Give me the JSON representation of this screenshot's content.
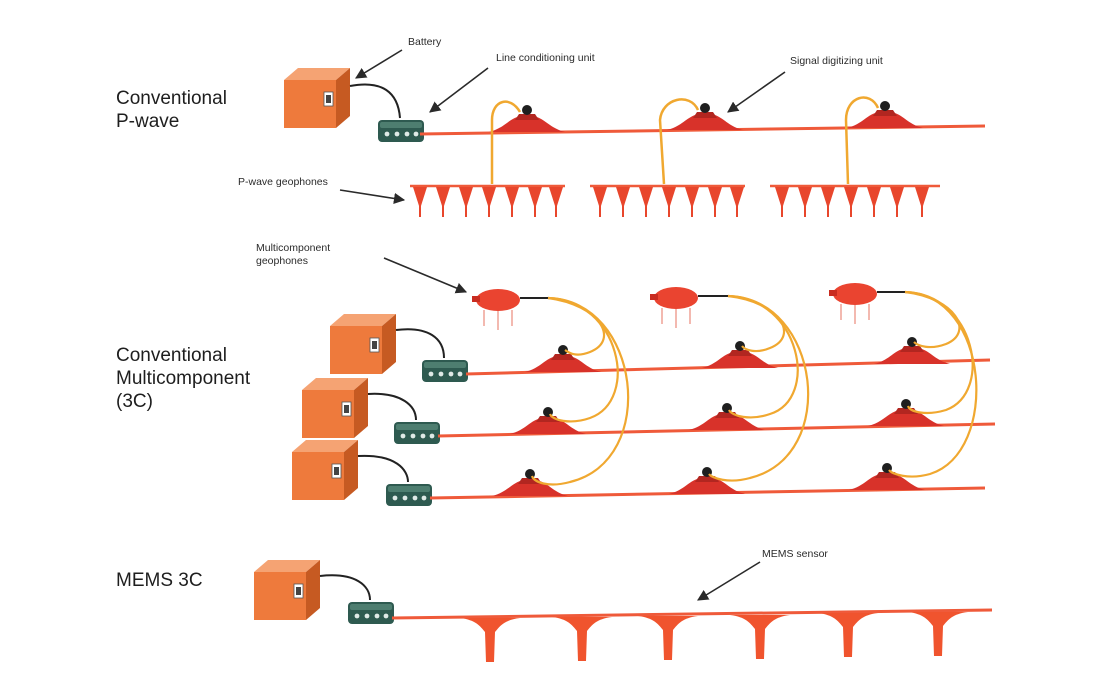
{
  "sections": {
    "pwave": "Conventional\nP-wave",
    "multicomponent": "Conventional\nMulticomponent\n(3C)",
    "mems": "MEMS 3C"
  },
  "callouts": {
    "battery": "Battery",
    "line_conditioning_unit": "Line conditioning unit",
    "signal_digitizing_unit": "Signal digitizing unit",
    "pwave_geophones": "P-wave geophones",
    "multicomponent_geophones": "Multicomponent\ngeophones",
    "mems_sensor": "MEMS sensor"
  },
  "colors": {
    "battery_orange": "#ee7a3c",
    "conditioning_unit_green": "#2e5a50",
    "digitizer_red": "#d8322a",
    "cable_red": "#ef5a3a",
    "loop_cable_yellow": "#f0a830",
    "mems_sensor_red": "#f0542e"
  },
  "icons": {
    "battery": "battery-box-icon",
    "conditioning_unit": "line-conditioning-unit-icon",
    "digitizer": "signal-digitizing-unit-icon",
    "geophone": "geophone-spike-icon",
    "mc_geophone": "multicomponent-geophone-icon",
    "mems": "mems-sensor-icon"
  }
}
